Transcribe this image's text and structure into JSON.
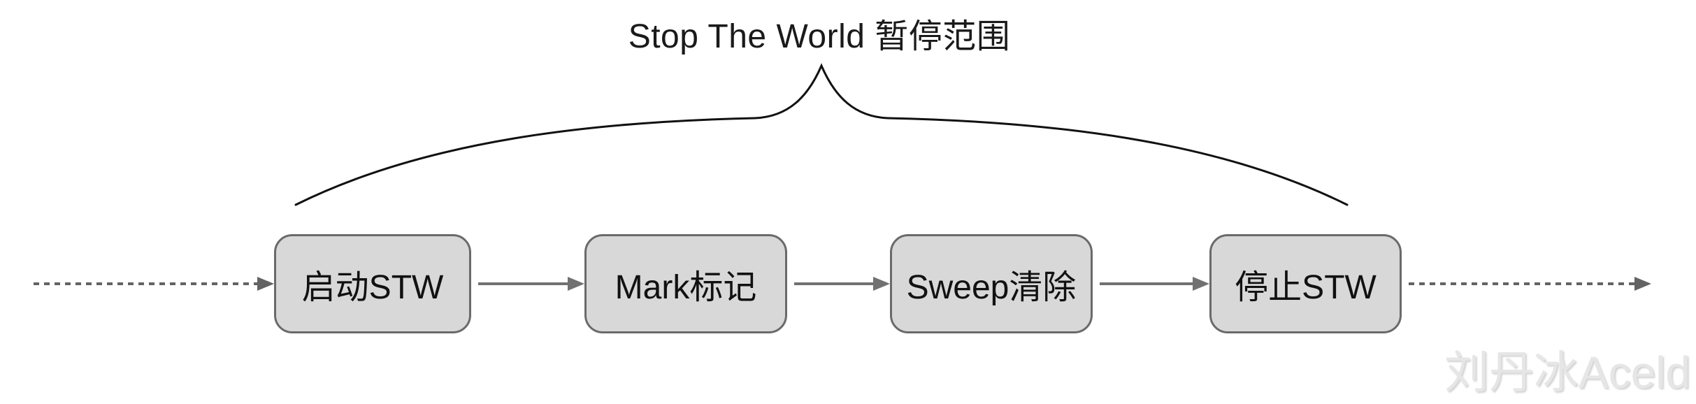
{
  "title": "Stop The World 暂停范围",
  "flow": {
    "nodes": [
      {
        "id": "start-stw",
        "label": "启动STW"
      },
      {
        "id": "mark",
        "label": "Mark标记"
      },
      {
        "id": "sweep",
        "label": "Sweep清除"
      },
      {
        "id": "stop-stw",
        "label": "停止STW"
      }
    ],
    "edges": [
      {
        "from": "timeline-left",
        "to": "启动STW",
        "style": "dotted-arrow"
      },
      {
        "from": "启动STW",
        "to": "Mark标记",
        "style": "solid-arrow"
      },
      {
        "from": "Mark标记",
        "to": "Sweep清除",
        "style": "solid-arrow"
      },
      {
        "from": "Sweep清除",
        "to": "停止STW",
        "style": "solid-arrow"
      },
      {
        "from": "停止STW",
        "to": "timeline-right",
        "style": "dotted-arrow"
      }
    ],
    "brace_covers": [
      "启动STW",
      "Mark标记",
      "Sweep清除",
      "停止STW"
    ],
    "brace_label": "Stop The World 暂停范围"
  },
  "watermark": "刘丹冰Aceld",
  "colors": {
    "background": "#ffffff",
    "node_fill": "#d8d8d8",
    "node_border": "#6a6a6a",
    "node_text": "#111111",
    "solid_arrow": "#717171",
    "dotted_arrow": "#636363",
    "brace": "#111111",
    "title_text": "#1a1a1a",
    "watermark_text": "#e6e6e6"
  }
}
